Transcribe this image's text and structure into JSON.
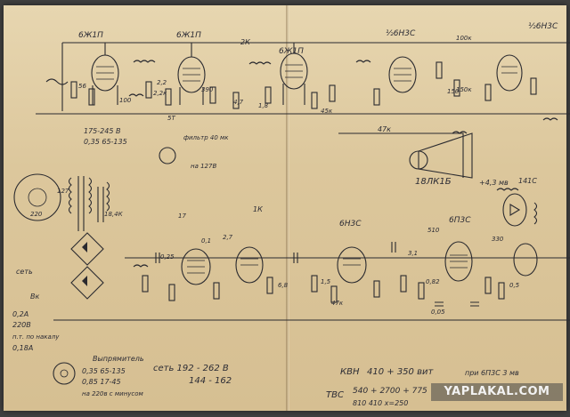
{
  "tubes": {
    "v1": "6Ж1П",
    "v2": "6Ж1П",
    "v3": "6Ж1П",
    "v4": "½6Н3С",
    "v5": "½6Н3С",
    "v6": "6Н3С",
    "v7": "6П3С",
    "crt": "18ЛК1Б"
  },
  "notes": {
    "ranges1": "175-245 В",
    "ranges2": "0,35 65-135",
    "filament_note": "фильтр 40 мк",
    "voltage_127": "на 127В",
    "v127": "127",
    "v220": "220",
    "v18": "18,4К",
    "v17": "17",
    "sw_set": "сеть",
    "sw_vk": "Вк",
    "fuse1": "0,2А",
    "fuse2": "220В",
    "fuse3": "0,18А",
    "fuse_note": "п.т. по накалу",
    "lamp_note": "Выпрямитель",
    "bottom1": "0,35 65-135",
    "bottom2": "0,85 17-45",
    "bottom3": "на 220в с минусом",
    "set_ranges": "сеть 192 - 262 В",
    "set_ranges2": "144 - 162",
    "kvn": "КВН",
    "kvn_val": "410 + 350 вит",
    "kvn_val2": "при 6П3С 3 мв",
    "tvs": "ТВС",
    "tvs_val": "540 + 2700 + 775",
    "tvs_val2": "810 410 х=250",
    "hv": "+4,3 мв",
    "hv2": "141С",
    "r47k": "47к",
    "r1k": "1К",
    "r2k": "2К",
    "r100": "100",
    "r150": "150",
    "r56": "56",
    "r390": "390",
    "r0_25": "0,25",
    "r4_7": "4,7",
    "r2_2": "2,2",
    "r0_1": "0,1",
    "r510": "510",
    "r3_1": "3,1",
    "r0_82": "0,82",
    "r0_05": "0,05",
    "r1_5": "1,5",
    "r0_5": "0,5",
    "r2_7": "2,7",
    "r47k2": "47к",
    "r100k": "100к",
    "r150k": "150к",
    "r45k": "45к",
    "r330": "330",
    "r5t": "5Т",
    "r22": "2,2к",
    "r1_8": "1,8",
    "r6_8": "6,8"
  },
  "watermark": "YAPLAKAL.COM"
}
